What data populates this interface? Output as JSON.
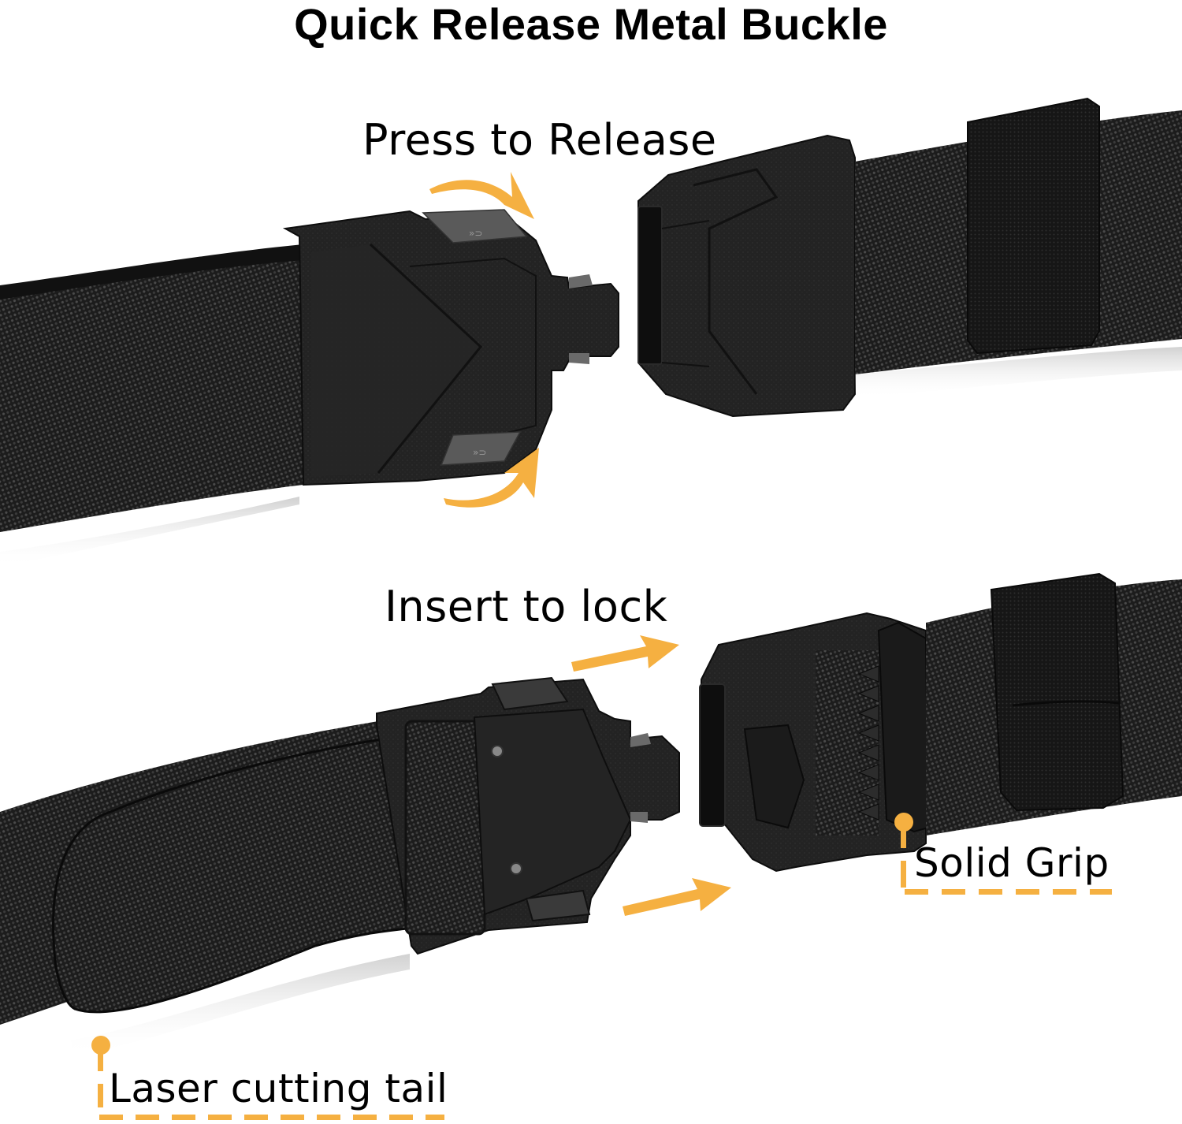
{
  "header": {
    "title": "Quick Release Metal Buckle"
  },
  "top_panel": {
    "label": "Press to Release",
    "arrows": [
      "curved-arrow-down-right",
      "curved-arrow-up-right"
    ]
  },
  "bottom_panel": {
    "label": "Insert to lock",
    "arrows": [
      "straight-arrow-right",
      "straight-arrow-right"
    ],
    "callouts": [
      {
        "id": "grip",
        "text": "Solid Grip"
      },
      {
        "id": "tail",
        "text": "Laser cutting tail"
      }
    ]
  },
  "colors": {
    "accent_orange": "#F5B041",
    "belt_black": "#1a1a1a",
    "buckle_black": "#222222",
    "background": "#ffffff"
  }
}
